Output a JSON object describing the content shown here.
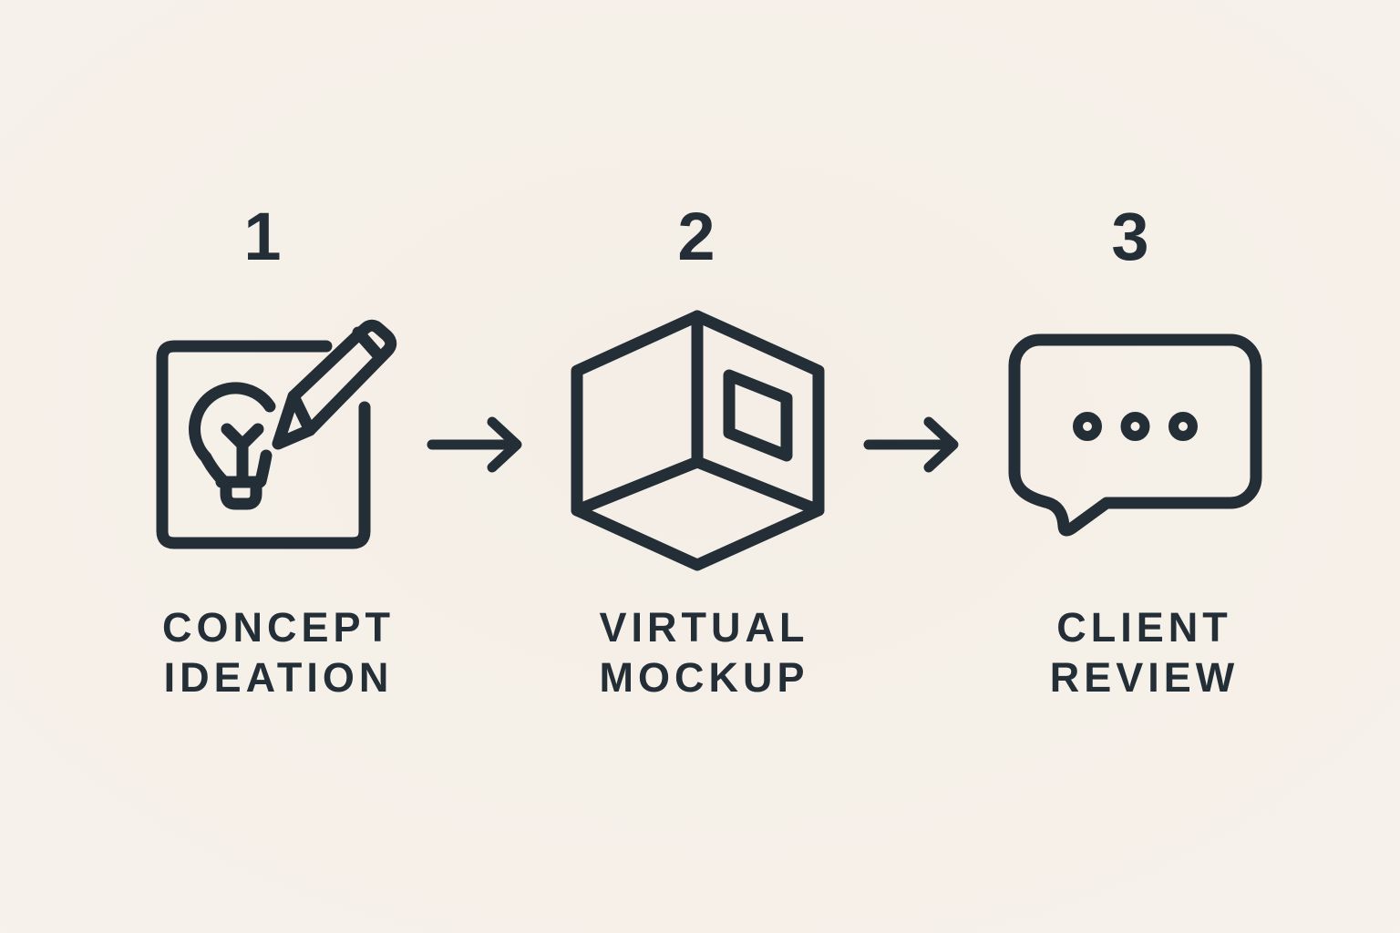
{
  "theme": {
    "ink": "#242e37",
    "paper": "#f6f1ea",
    "paper_center": "#f4eee6",
    "paper_edge": "#faf6f1"
  },
  "steps": [
    {
      "number": "1",
      "label_line1": "CONCEPT",
      "label_line2": "IDEATION",
      "icon": "lightbulb-pencil"
    },
    {
      "number": "2",
      "label_line1": "VIRTUAL",
      "label_line2": "MOCKUP",
      "icon": "isometric-cube"
    },
    {
      "number": "3",
      "label_line1": "CLIENT",
      "label_line2": "REVIEW",
      "icon": "speech-bubble"
    }
  ],
  "connectors": [
    {
      "icon": "arrow-right"
    },
    {
      "icon": "arrow-right"
    }
  ]
}
